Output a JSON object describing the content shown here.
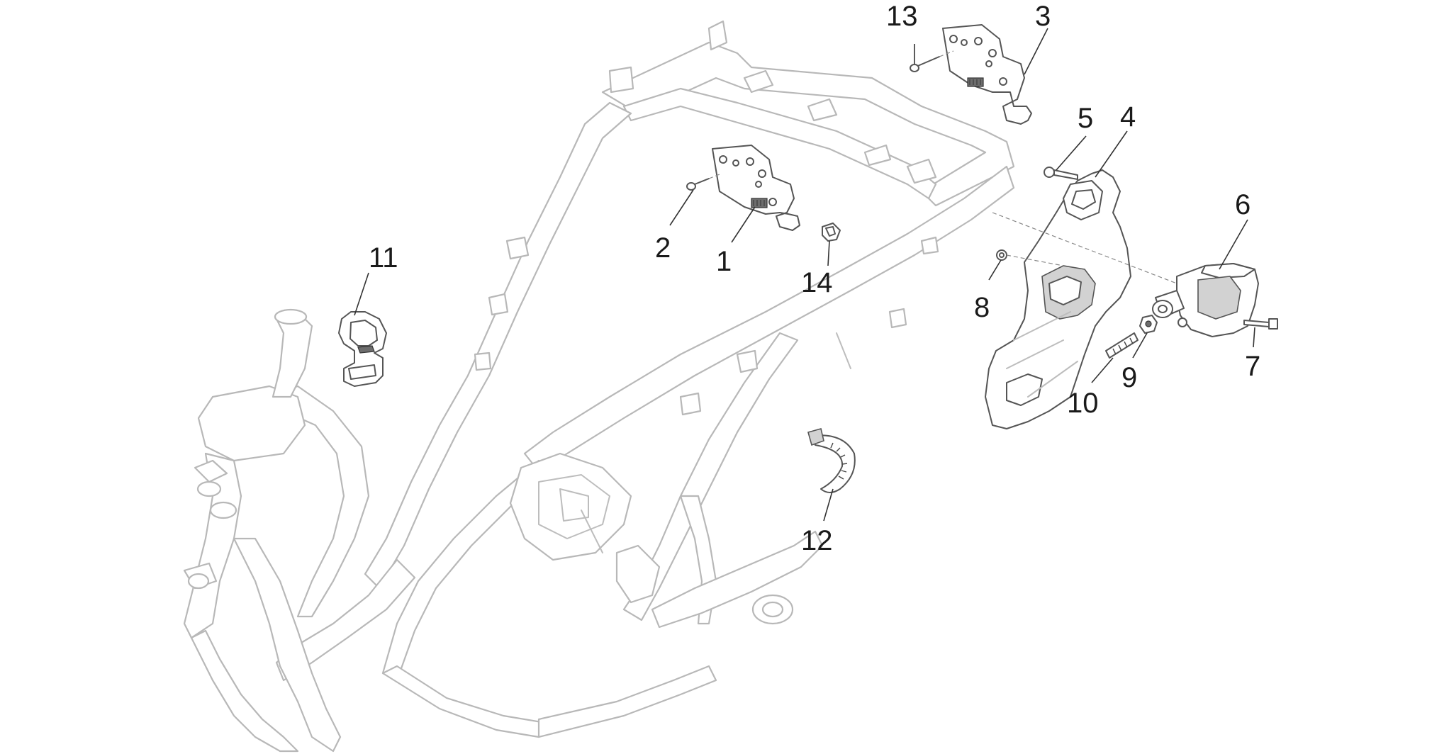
{
  "callouts": [
    {
      "id": "1",
      "text": "1"
    },
    {
      "id": "2",
      "text": "2"
    },
    {
      "id": "3",
      "text": "3"
    },
    {
      "id": "4",
      "text": "4"
    },
    {
      "id": "5",
      "text": "5"
    },
    {
      "id": "6",
      "text": "6"
    },
    {
      "id": "7",
      "text": "7"
    },
    {
      "id": "8",
      "text": "8"
    },
    {
      "id": "9",
      "text": "9"
    },
    {
      "id": "10",
      "text": "10"
    },
    {
      "id": "11",
      "text": "11"
    },
    {
      "id": "12",
      "text": "12"
    },
    {
      "id": "13",
      "text": "13"
    },
    {
      "id": "14",
      "text": "14"
    }
  ],
  "colors": {
    "frame_stroke": "#b8b8b8",
    "part_stroke": "#555555",
    "label": "#1a1a1a",
    "background": "#ffffff"
  }
}
